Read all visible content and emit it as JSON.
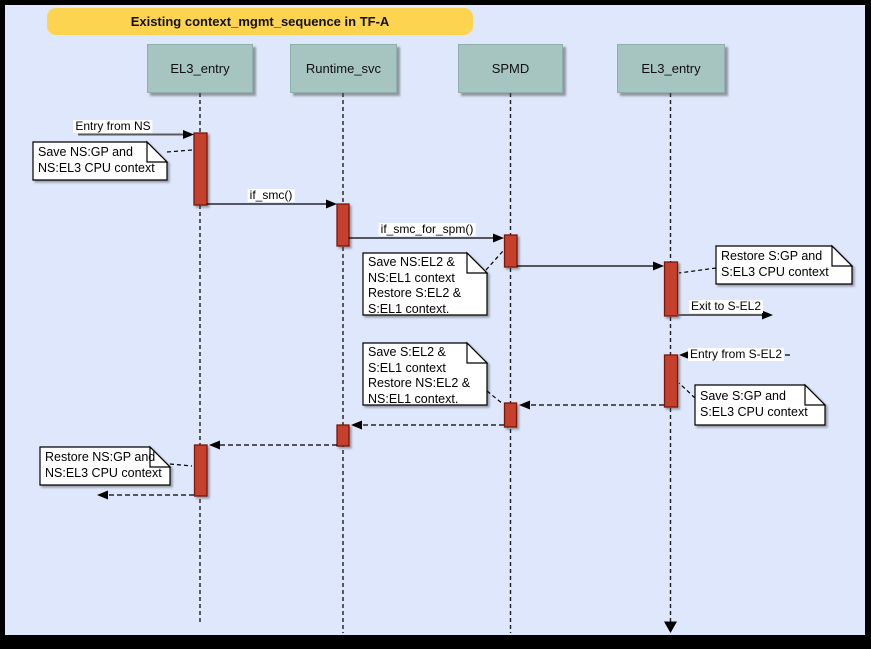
{
  "title": "Existing context_mgmt_sequence in TF-A",
  "lifelines": [
    {
      "label": "EL3_entry"
    },
    {
      "label": "Runtime_svc"
    },
    {
      "label": "SPMD"
    },
    {
      "label": "EL3_entry"
    }
  ],
  "messages": {
    "entry_from_ns": "Entry from NS",
    "if_smc": "if_smc()",
    "if_smc_for_spm": "if_smc_for_spm()",
    "exit_to_s_el2": "Exit to S-EL2",
    "entry_from_s_el2": "Entry from S-EL2"
  },
  "notes": {
    "save_ns_gp": "Save NS:GP and\nNS:EL3 CPU context",
    "save_ns_el2": "Save NS:EL2 &\nNS:EL1 context\nRestore S:EL2 &\nS:EL1 context.",
    "restore_s_gp": "Restore S:GP and\nS:EL3 CPU context",
    "save_s_gp": "Save S:GP and\nS:EL3 CPU context",
    "save_s_el2": "Save S:EL2 &\nS:EL1 context\nRestore NS:EL2 &\nNS:EL1 context.",
    "restore_ns_gp": "Restore NS:GP and\nNS:EL3 CPU context"
  },
  "colors": {
    "frame": "#000000",
    "background": "#dfe7fc",
    "title_fill": "#fdd44f",
    "lifeline_head_fill": "#a6c4c0",
    "activation_fill": "#c5412d",
    "activation_stroke": "#7a170b",
    "note_fill": "#ffffff",
    "gray_message_line": "#5c5c5c"
  }
}
